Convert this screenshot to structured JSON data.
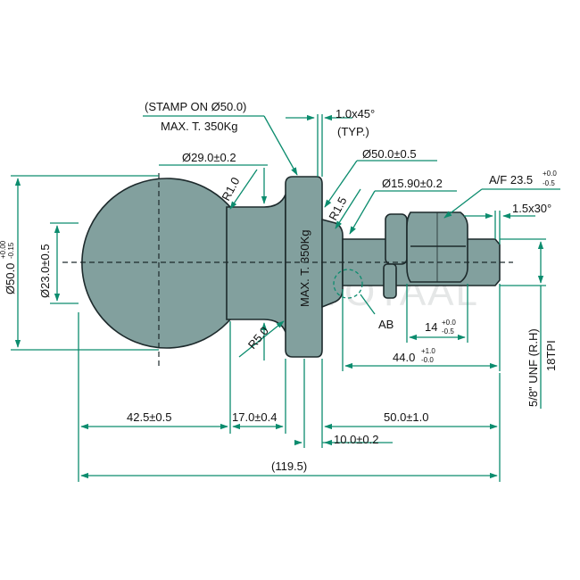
{
  "colors": {
    "part_fill": "#82a09e",
    "part_edge": "#1d2a2c",
    "dimension_line": "#0c8c6e",
    "text": "#111111",
    "watermark": "#cfd4d4"
  },
  "watermark": "TECHNIEK TOTAAL",
  "labels": {
    "stamp_line1": "(STAMP ON Ø50.0)",
    "stamp_line2": "MAX. T. 350Kg",
    "stamp_body": "MAX. T. 350Kg",
    "chamfer": "1.0x45°",
    "typ": "(TYP.)",
    "dia_flange": "Ø50.0±0.5",
    "dia_neck": "Ø29.0±0.2",
    "r10": "R1.0",
    "r15": "R1.5",
    "dia_thread": "Ø15.90±0.2",
    "af": "A/F 23.5",
    "af_tol_upper": "+0.0",
    "af_tol_lower": "-0.5",
    "chamfer_end": "1.5x30°",
    "dia_ball": "Ø50.0",
    "ball_tol_upper": "+0.00",
    "ball_tol_lower": "-0.15",
    "dia_inner": "Ø23.0±0.5",
    "ab": "AB",
    "r5": "R5.0",
    "nut_len": "14",
    "nut_tol_upper": "+0.0",
    "nut_tol_lower": "-0.5",
    "thread_len": "44.0",
    "thread_tol_upper": "+1.0",
    "thread_tol_lower": "-0.0",
    "thread_spec": "5/8\" UNF (R.H)",
    "tpi": "18TPI",
    "ball_len": "42.5±0.5",
    "neck_len": "17.0±0.4",
    "shank_len": "50.0±1.0",
    "flange_len": "10.0±0.2",
    "total_len": "(119.5)"
  }
}
